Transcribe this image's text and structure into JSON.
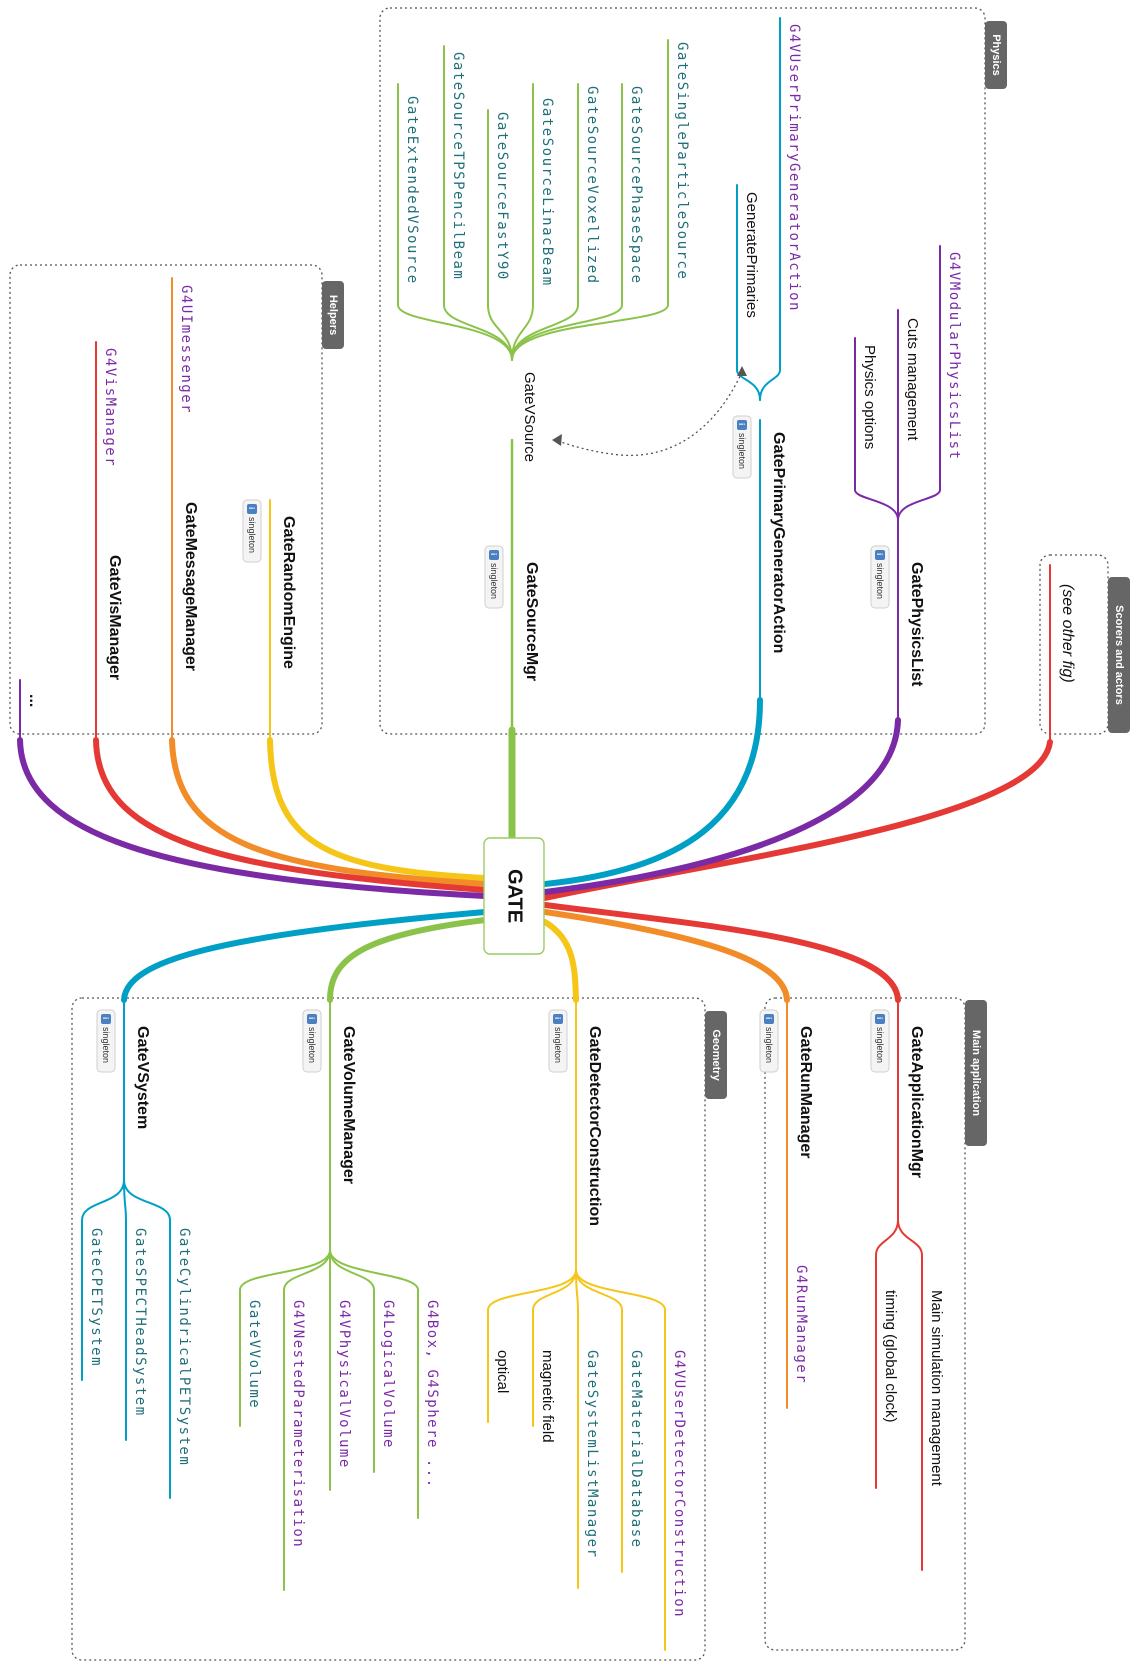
{
  "center": {
    "label": "GATE"
  },
  "badge_label": "singleton",
  "colors": {
    "red": "#e53935",
    "orange": "#f28c28",
    "yellow": "#f5c518",
    "green": "#8bc34a",
    "teal": "#00a0c6",
    "purple": "#7b2aa6",
    "tag": "#666666"
  },
  "groups": {
    "physics": "Physics",
    "helpers": "Helpers",
    "scorers": "Scorers and actors",
    "main_app": "Main application",
    "geometry": "Geometry"
  },
  "physics": {
    "physics_list": {
      "label": "GatePhysicsList",
      "children": [
        "G4VModularPhysicsList",
        "Cuts management",
        "Physics options"
      ]
    },
    "primary_gen": {
      "label": "GatePrimaryGeneratorAction",
      "children": [
        "G4VUserPrimaryGeneratorAction",
        "GeneratePrimaries"
      ]
    },
    "source_mgr": {
      "label": "GateSourceMgr",
      "vsource": "GateVSource",
      "sources": [
        "GateSingleParticleSource",
        "GateSourcePhaseSpace",
        "GateSourceVoxellized",
        "GateSourceLinacBeam",
        "GateSourceFastY90",
        "GateSourceTPSPencilBeam",
        "GateExtendedVSource"
      ]
    }
  },
  "helpers": {
    "random": {
      "label": "GateRandomEngine"
    },
    "message": {
      "label": "GateMessageManager",
      "children": [
        "G4UImessenger"
      ]
    },
    "vis": {
      "label": "GateVisManager",
      "children": [
        "G4VisManager"
      ]
    },
    "more": "..."
  },
  "scorers": {
    "label": "(see other fig)"
  },
  "main_app": {
    "app_mgr": {
      "label": "GateApplicationMgr",
      "children": [
        "Main simulation management",
        "timing (global clock)"
      ]
    },
    "run_mgr": {
      "label": "GateRunManager",
      "children": [
        "G4RunManager"
      ]
    }
  },
  "geometry": {
    "detector": {
      "label": "GateDetectorConstruction",
      "children": [
        "G4VUserDetectorConstruction",
        "GateMaterialDatabase",
        "GateSystemListManager",
        "magnetic field",
        "optical"
      ]
    },
    "volume": {
      "label": "GateVolumeManager",
      "children": [
        "G4Box, G4Sphere ...",
        "G4LogicalVolume",
        "G4VPhysicalVolume",
        "G4VNestedParameterisation",
        "GateVVolume"
      ]
    },
    "system": {
      "label": "GateVSystem",
      "children": [
        "GateCylindricalPETSystem",
        "GateSPECTHeadSystem",
        "GateCPETSystem"
      ]
    }
  }
}
